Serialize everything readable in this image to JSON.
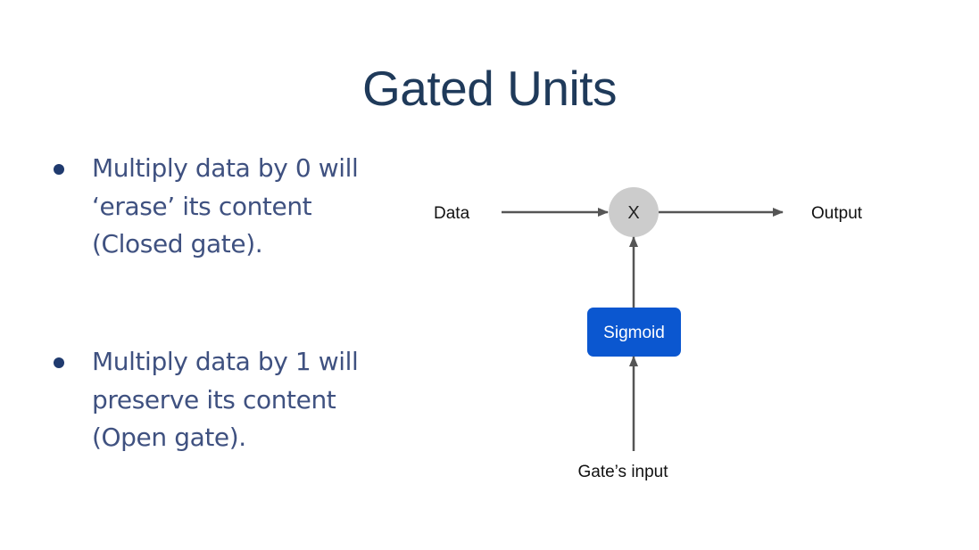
{
  "slide": {
    "title": "Gated Units"
  },
  "bullets": [
    {
      "lines": [
        "Multiply data by 0 will",
        "‘erase’ its content",
        "(Closed gate)."
      ]
    },
    {
      "lines": [
        "Multiply data by 1 will",
        "preserve its content",
        "(Open gate)."
      ]
    }
  ],
  "diagram": {
    "data_label": "Data",
    "multiply_label": "X",
    "output_label": "Output",
    "sigmoid_label": "Sigmoid",
    "gate_input_label": "Gate’s input",
    "colors": {
      "sigmoid_fill": "#0b57d0",
      "multiply_fill": "#cccccc",
      "arrow": "#555555",
      "title": "#1f3a5a",
      "bullet_text": "#3f5180"
    }
  }
}
